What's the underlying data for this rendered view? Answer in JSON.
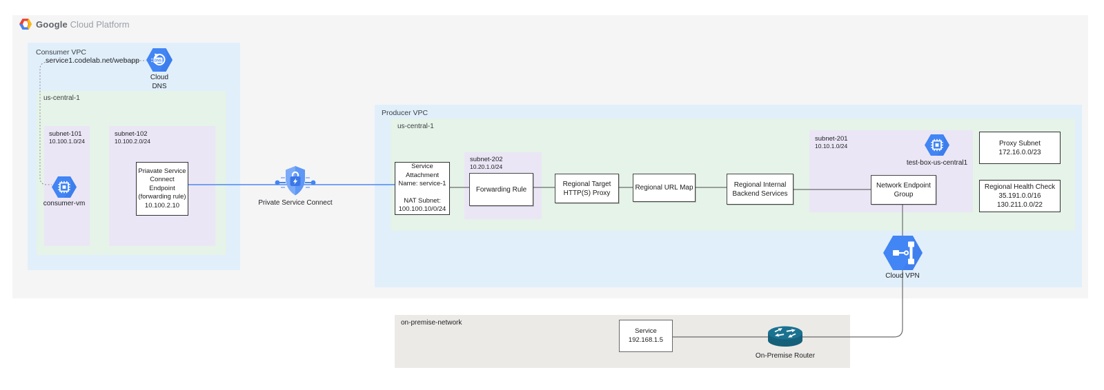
{
  "header": {
    "brand_bold": "Google",
    "brand_light": "Cloud Platform"
  },
  "consumer_vpc": {
    "title": "Consumer VPC",
    "dns_record": "service1.codelab.net/webapp",
    "cloud_dns_caption": "Cloud\nDNS",
    "region": "us-central-1",
    "subnet101": {
      "name": "subnet-101",
      "cidr": "10.100.1.0/24"
    },
    "consumer_vm_caption": "consumer-vm",
    "subnet102": {
      "name": "subnet-102",
      "cidr": "10.100.2.0/24"
    },
    "psc_endpoint": "Priavate Service\nConnect Endpoint\n(forwarding rule)\n10.100.2.10"
  },
  "psc": {
    "caption": "Private Service Connect"
  },
  "producer_vpc": {
    "title": "Producer VPC",
    "region": "us-central-1",
    "service_attachment": "Service\nAttachment\nName: service-1\n\nNAT Subnet:\n100.100.10/0/24",
    "subnet202": {
      "name": "subnet-202",
      "cidr": "10.20.1.0/24"
    },
    "forwarding_rule": "Forwarding Rule",
    "http_proxy": "Regional Target\nHTTP(S) Proxy",
    "url_map": "Regional URL Map",
    "backend_services": "Regional Internal\nBackend Services",
    "subnet201": {
      "name": "subnet-201",
      "cidr": "10.10.1.0/24"
    },
    "test_box_caption": "test-box-us-central1",
    "neg": "Network Endpoint\nGroup",
    "proxy_subnet": "Proxy Subnet\n172.16.0.0/23",
    "health_check": "Regional Health Check\n35.191.0.0/16\n130.211.0.0/22"
  },
  "cloud_vpn": {
    "caption": "Cloud VPN"
  },
  "on_premise": {
    "title": "on-premise-network",
    "service": "Service\n192.168.1.5",
    "router_caption": "On-Premise Router"
  },
  "colors": {
    "google_blue": "#4285f4",
    "vpc_blue_bg": "#e1effb",
    "region_green_bg": "#e5f3e8",
    "subnet_lavender_bg": "#ebe6f5",
    "onprem_beige_bg": "#eceae6",
    "panel_gray_bg": "#f5f5f6",
    "router_teal": "#16657f",
    "wire_gray": "#6b6b6b"
  }
}
